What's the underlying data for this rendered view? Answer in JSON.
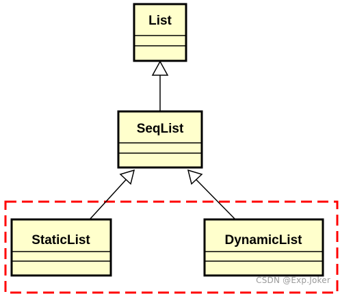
{
  "diagram": {
    "type": "uml-class-hierarchy",
    "classes": {
      "list": {
        "name": "List"
      },
      "seqlist": {
        "name": "SeqList"
      },
      "staticlist": {
        "name": "StaticList"
      },
      "dynamiclist": {
        "name": "DynamicList"
      }
    },
    "relations": [
      {
        "from": "SeqList",
        "to": "List",
        "kind": "inheritance"
      },
      {
        "from": "StaticList",
        "to": "SeqList",
        "kind": "inheritance"
      },
      {
        "from": "DynamicList",
        "to": "SeqList",
        "kind": "inheritance"
      }
    ],
    "colors": {
      "class_fill": "#FFFFCC",
      "class_border": "#000000",
      "group_border": "#FF0000"
    }
  },
  "watermark": "CSDN @Exp.Joker"
}
